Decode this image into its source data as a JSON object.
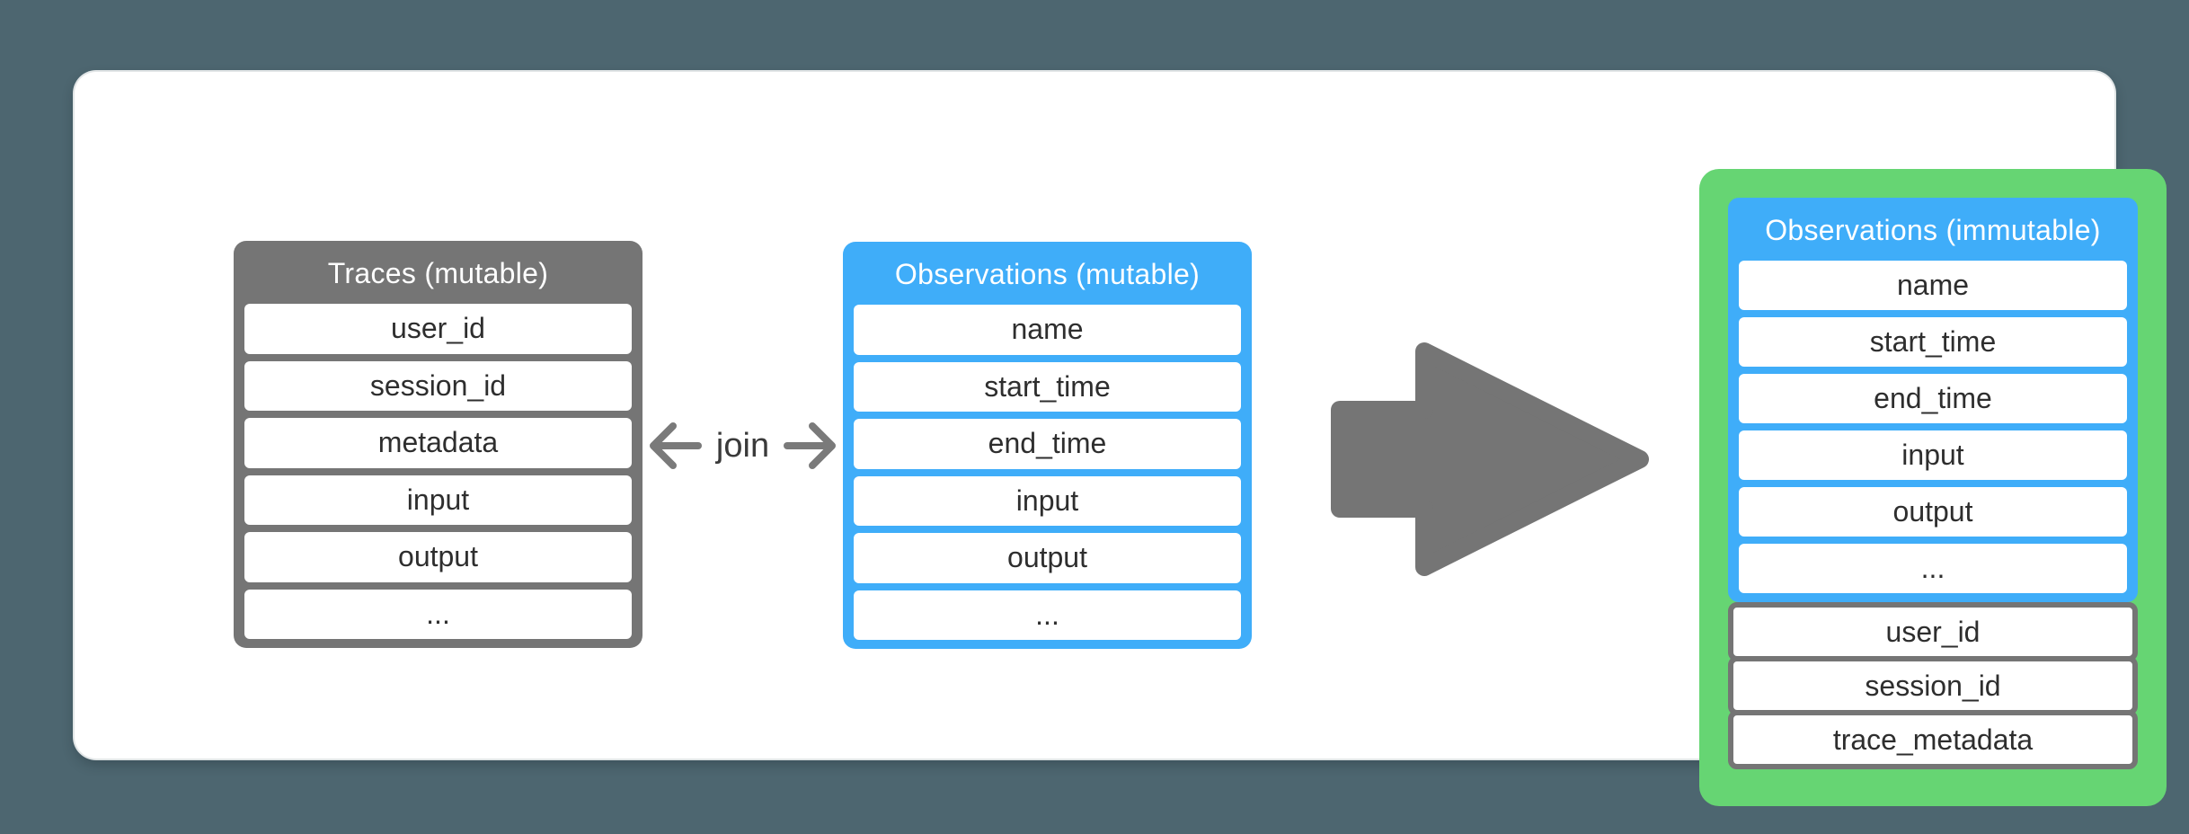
{
  "diagram": {
    "join_label": "join",
    "colors": {
      "background": "#4D6670",
      "card": "#FFFFFF",
      "table_gray": "#757575",
      "table_blue": "#3FADF9",
      "wrap_green": "#66D573",
      "row_text": "#2E2E2E",
      "header_text": "#FFFFFF",
      "arrow_gray": "#7A7A7A"
    },
    "tables": {
      "traces": {
        "title": "Traces (mutable)",
        "rows": [
          "user_id",
          "session_id",
          "metadata",
          "input",
          "output",
          "..."
        ]
      },
      "observations_mutable": {
        "title": "Observations (mutable)",
        "rows": [
          "name",
          "start_time",
          "end_time",
          "input",
          "output",
          "..."
        ]
      },
      "observations_immutable": {
        "title": "Observations (immutable)",
        "rows": [
          "name",
          "start_time",
          "end_time",
          "input",
          "output",
          "..."
        ],
        "joined_rows": [
          "user_id",
          "session_id",
          "trace_metadata"
        ]
      }
    }
  }
}
